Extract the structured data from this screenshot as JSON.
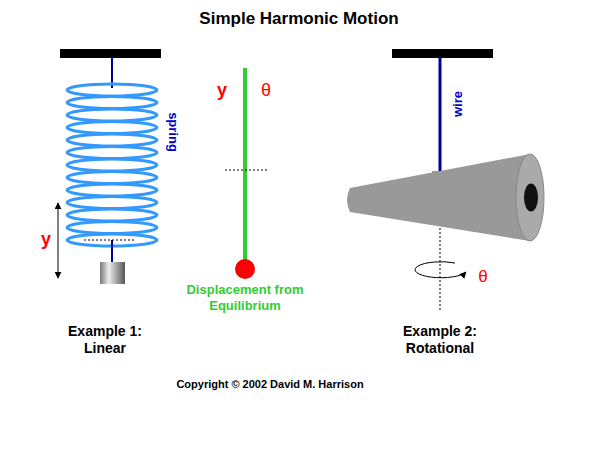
{
  "diagram": {
    "title": "Simple Harmonic Motion",
    "caption": "Copyright © 2002 David M. Harrison",
    "labels": [
      "spring",
      "y",
      "y",
      "θ",
      "Displacement from Equilibrium",
      "wire",
      "θ",
      "Example 1: Linear",
      "Example 2: Rotational"
    ]
  }
}
